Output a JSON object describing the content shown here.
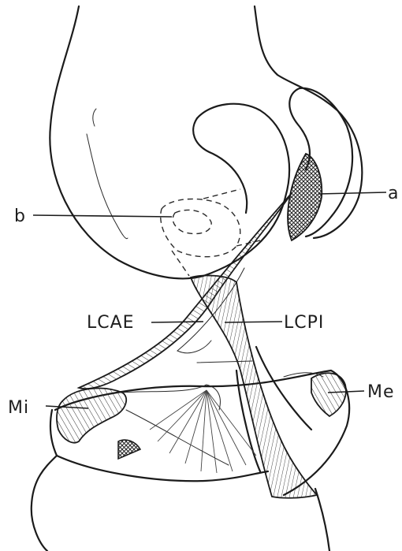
{
  "labels": {
    "a": "a",
    "b": "b",
    "lcae": "LCAE",
    "lcpi": "LCPI",
    "mi": "Mi",
    "me": "Me"
  },
  "colors": {
    "ink": "#1b1b1b",
    "paper": "#ffffff"
  }
}
